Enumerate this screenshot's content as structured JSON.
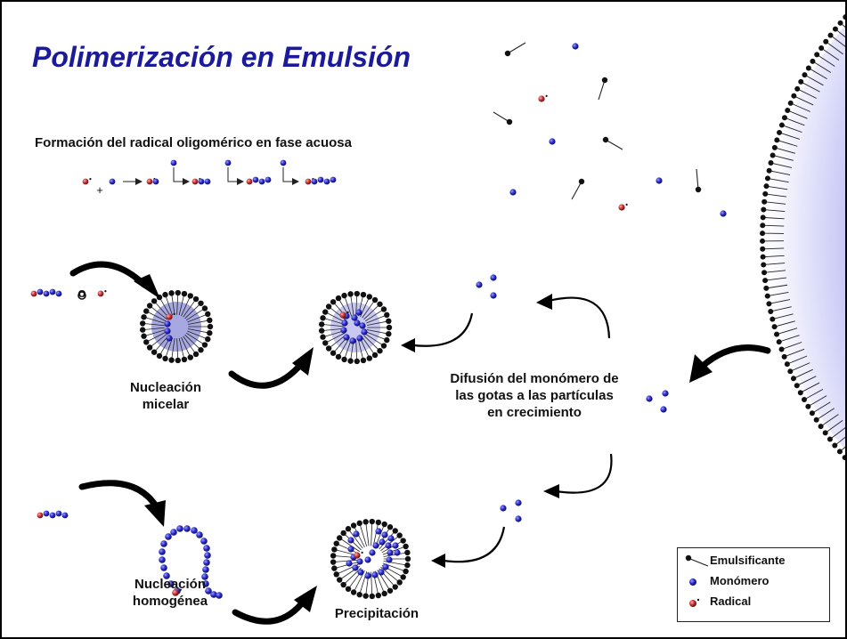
{
  "title": "Polimerización en Emulsión",
  "subtitle": "Formación del radical oligomérico en fase acuosa",
  "labels": {
    "nucleacion_micelar_1": "Nucleación",
    "nucleacion_micelar_2": "micelar",
    "difusion_1": "Difusión del monómero de",
    "difusion_2": "las gotas a las partículas",
    "difusion_3": "en crecimiento",
    "nucleacion_homogenea_1": "Nucleación",
    "nucleacion_homogenea_2": "homogénea",
    "precipitacion": "Precipitación",
    "plus": "+",
    "o": "o"
  },
  "legend": {
    "emulsificante": "Emulsificante",
    "monomero": "Monómero",
    "radical": "Radical"
  },
  "colors": {
    "title": "#1a1a9a",
    "monomer": "#2a2ac8",
    "radical": "#c83030",
    "micelle_core": "#9a9ad8",
    "droplet": "#3a3ad8"
  }
}
